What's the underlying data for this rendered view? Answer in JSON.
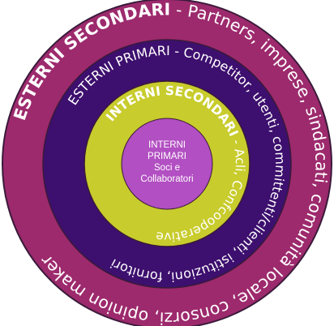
{
  "rings": [
    {
      "id": "outer",
      "label_part1": "ESTERNI SECONDARI",
      "label_part2": " - Partners, imprese, sindacati, comunità locale, consorzi, opinion maker",
      "color": "#9d2a6d"
    },
    {
      "id": "middle",
      "label_part1": "ESTERNI PRIMARI",
      "label_part2": " - Competitor, utenti, committenti/clienti, istituzioni, fornitori",
      "color": "#3d0f6e"
    },
    {
      "id": "inner",
      "label_part1": "INTERNI SECONDARI",
      "label_part2": " - Acli, Confcooperative",
      "color": "#c8cc2c"
    }
  ],
  "core": {
    "lines": [
      "INTERNI",
      "PRIMARI",
      "Soci e",
      "Collaboratori"
    ],
    "color": "#b24fc2"
  },
  "colors": {
    "outline": "#3a1a3a",
    "text": "#ffffff"
  }
}
